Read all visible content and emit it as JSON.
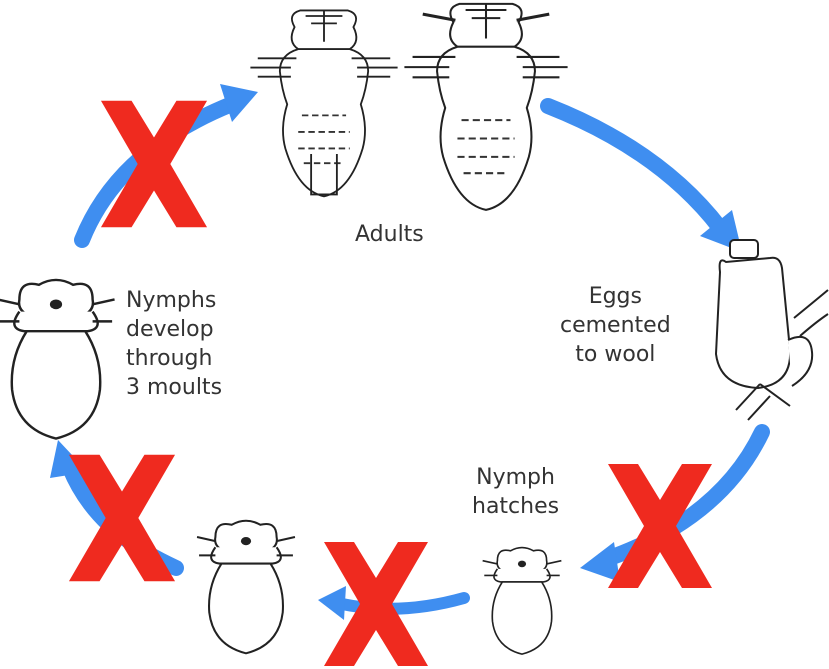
{
  "colors": {
    "arrow": "#3f8ef0",
    "cross": "#ef2a1f",
    "outline": "#222222",
    "text": "#333333"
  },
  "labels": {
    "adults": "Adults",
    "eggs": [
      "Eggs",
      "cemented",
      "to wool"
    ],
    "nymph_hatches": [
      "Nymph",
      "hatches"
    ],
    "nymphs_develop": [
      "Nymphs",
      "develop",
      "through",
      "3 moults"
    ]
  },
  "stages": [
    "adult-louse-female",
    "adult-louse-male",
    "egg-on-wool-fibre",
    "newly-hatched-nymph",
    "nymph-2",
    "nymph-3"
  ],
  "blocked_transitions": 4
}
